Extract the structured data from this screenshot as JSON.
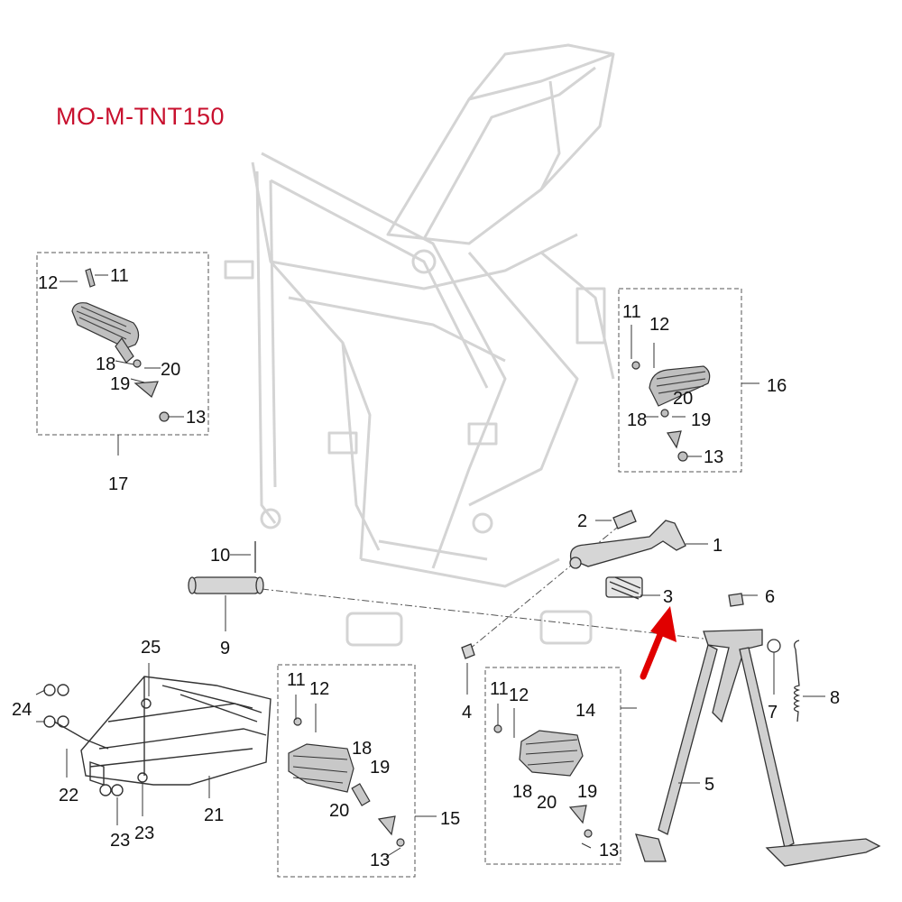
{
  "title": "MO-M-TNT150",
  "colors": {
    "accent": "#d9001b",
    "frame": "#cfcfcf",
    "line": "#333333"
  },
  "callouts": {
    "c1": "1",
    "c2": "2",
    "c3": "3",
    "c4": "4",
    "c5": "5",
    "c6": "6",
    "c7": "7",
    "c8": "8",
    "c9": "9",
    "c10": "10",
    "c14": "14",
    "c15": "15",
    "c16": "16",
    "c17": "17",
    "c21": "21",
    "c22": "22",
    "c23a": "23",
    "c23b": "23",
    "c24": "24",
    "c25": "25",
    "b17_12": "12",
    "b17_11": "11",
    "b17_18": "18",
    "b17_20": "20",
    "b17_19": "19",
    "b17_13": "13",
    "b16_11": "11",
    "b16_12": "12",
    "b16_20": "20",
    "b16_18": "18",
    "b16_19": "19",
    "b16_13": "13",
    "b15_11": "11",
    "b15_12": "12",
    "b15_18": "18",
    "b15_19": "19",
    "b15_20": "20",
    "b15_13": "13",
    "b14_11": "11",
    "b14_12": "12",
    "b14_18": "18",
    "b14_20": "20",
    "b14_19": "19",
    "b14_13": "13"
  }
}
